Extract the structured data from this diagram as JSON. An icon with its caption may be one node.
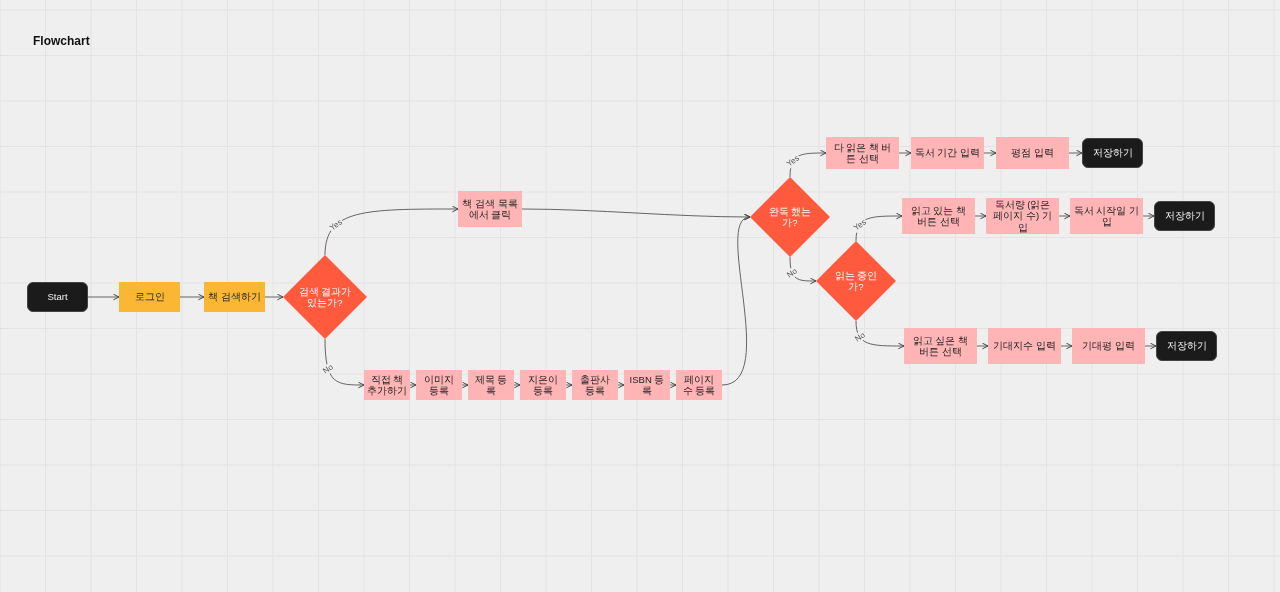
{
  "diagram": {
    "title": "Flowchart",
    "nodes": [
      {
        "text": [
          "Start"
        ]
      },
      {
        "text": [
          "로그인"
        ]
      },
      {
        "text": [
          "책 검색하기"
        ]
      },
      {
        "text": [
          "검색 결과가 있는가?"
        ]
      },
      {
        "text": [
          "책 검색 목록에서 클릭"
        ]
      },
      {
        "text": [
          "직접 책 추가하기"
        ]
      },
      {
        "text": [
          "이미지 등록"
        ]
      },
      {
        "text": [
          "제목 등록"
        ]
      },
      {
        "text": [
          "지은이 등록"
        ]
      },
      {
        "text": [
          "출판사 등록"
        ]
      },
      {
        "text": [
          "ISBN 등록"
        ]
      },
      {
        "text": [
          "페이지 수 등록"
        ]
      },
      {
        "text": [
          "완독 했는가?"
        ]
      },
      {
        "text": [
          "다 읽은 책 버튼 선택"
        ]
      },
      {
        "text": [
          "독서 기간 입력"
        ]
      },
      {
        "text": [
          "평점 입력"
        ]
      },
      {
        "text": [
          "저장하기"
        ]
      },
      {
        "text": [
          "읽는 중인가?"
        ]
      },
      {
        "text": [
          "읽고 있는 책 버튼 선택"
        ]
      },
      {
        "text": [
          "독서량 (읽은 페이지 수) 기입"
        ]
      },
      {
        "text": [
          "독서 시작일 기입"
        ]
      },
      {
        "text": [
          "저장하기"
        ]
      },
      {
        "text": [
          "읽고 싶은 책 버튼 선택"
        ]
      },
      {
        "text": [
          "기대지수 입력"
        ]
      },
      {
        "text": [
          "기대평 입력"
        ]
      },
      {
        "text": [
          "저장하기"
        ]
      }
    ],
    "edges": [
      {
        "from": 0,
        "to": 1,
        "arrow": "to"
      },
      {
        "from": 1,
        "to": 2,
        "arrow": "to"
      },
      {
        "from": 2,
        "to": 3,
        "arrow": "to"
      },
      {
        "from": 3,
        "to": 4,
        "arrow": "to",
        "label": "Yes"
      },
      {
        "from": 3,
        "to": 5,
        "arrow": "to",
        "label": "No"
      },
      {
        "from": 5,
        "to": 6,
        "arrow": "to"
      },
      {
        "from": 6,
        "to": 7,
        "arrow": "to"
      },
      {
        "from": 7,
        "to": 8,
        "arrow": "to"
      },
      {
        "from": 8,
        "to": 9,
        "arrow": "to"
      },
      {
        "from": 9,
        "to": 10,
        "arrow": "to"
      },
      {
        "from": 10,
        "to": 11,
        "arrow": "to"
      },
      {
        "from": 4,
        "to": 12,
        "arrow": "to"
      },
      {
        "from": 11,
        "to": 12,
        "arrow": "to"
      },
      {
        "from": 12,
        "to": 13,
        "arrow": "to",
        "label": "Yes"
      },
      {
        "from": 13,
        "to": 14,
        "arrow": "to"
      },
      {
        "from": 14,
        "to": 15,
        "arrow": "to"
      },
      {
        "from": 15,
        "to": 16,
        "arrow": "to"
      },
      {
        "from": 12,
        "to": 17,
        "arrow": "to",
        "label": "No"
      },
      {
        "from": 17,
        "to": 18,
        "arrow": "to",
        "label": "Yes"
      },
      {
        "from": 18,
        "to": 19,
        "arrow": "to"
      },
      {
        "from": 19,
        "to": 20,
        "arrow": "to"
      },
      {
        "from": 20,
        "to": 21,
        "arrow": "to"
      },
      {
        "from": 17,
        "to": 22,
        "arrow": "to",
        "label": "No"
      },
      {
        "from": 22,
        "to": 23,
        "arrow": "to"
      },
      {
        "from": 23,
        "to": 24,
        "arrow": "to"
      },
      {
        "from": 24,
        "to": 25,
        "arrow": "to"
      }
    ]
  }
}
